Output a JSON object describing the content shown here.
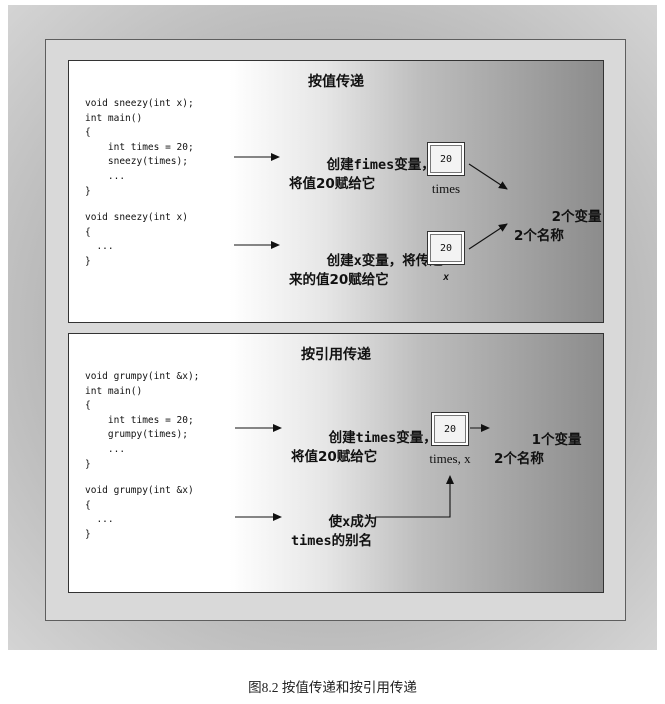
{
  "top_panel": {
    "title": "按值传递",
    "code_main": "void sneezy(int x);\nint main()\n{\n    int times = 20;\n    sneezy(times);\n    ...\n}",
    "code_func": "void sneezy(int x)\n{\n  ...\n}",
    "note1_prefix": "创建",
    "note1_var": "fimes",
    "note1_suffix": "变量，",
    "note1_line2": "将值20赋给它",
    "note2_prefix": "创建",
    "note2_var": "x",
    "note2_suffix": "变量，将传递",
    "note2_line2": "来的值20赋给它",
    "box1_value": "20",
    "box1_label": "times",
    "box2_value": "20",
    "box2_label": "x",
    "summary_line1": "2个变量",
    "summary_line2": "2个名称"
  },
  "bottom_panel": {
    "title": "按引用传递",
    "code_main": "void grumpy(int &x);\nint main()\n{\n    int times = 20;\n    grumpy(times);\n    ...\n}",
    "code_func": "void grumpy(int &x)\n{\n  ...\n}",
    "note1_prefix": "创建",
    "note1_var": "times",
    "note1_suffix": "变量，",
    "note1_line2": "将值20赋给它",
    "note2_prefix": "使",
    "note2_var": "x",
    "note2_suffix": "成为",
    "note2_line2_var": "times",
    "note2_line2_suffix": "的别名",
    "box_value": "20",
    "box_label": "times, x",
    "summary_line1": "1个变量",
    "summary_line2": "2个名称"
  },
  "caption": "图8.2 按值传递和按引用传递"
}
